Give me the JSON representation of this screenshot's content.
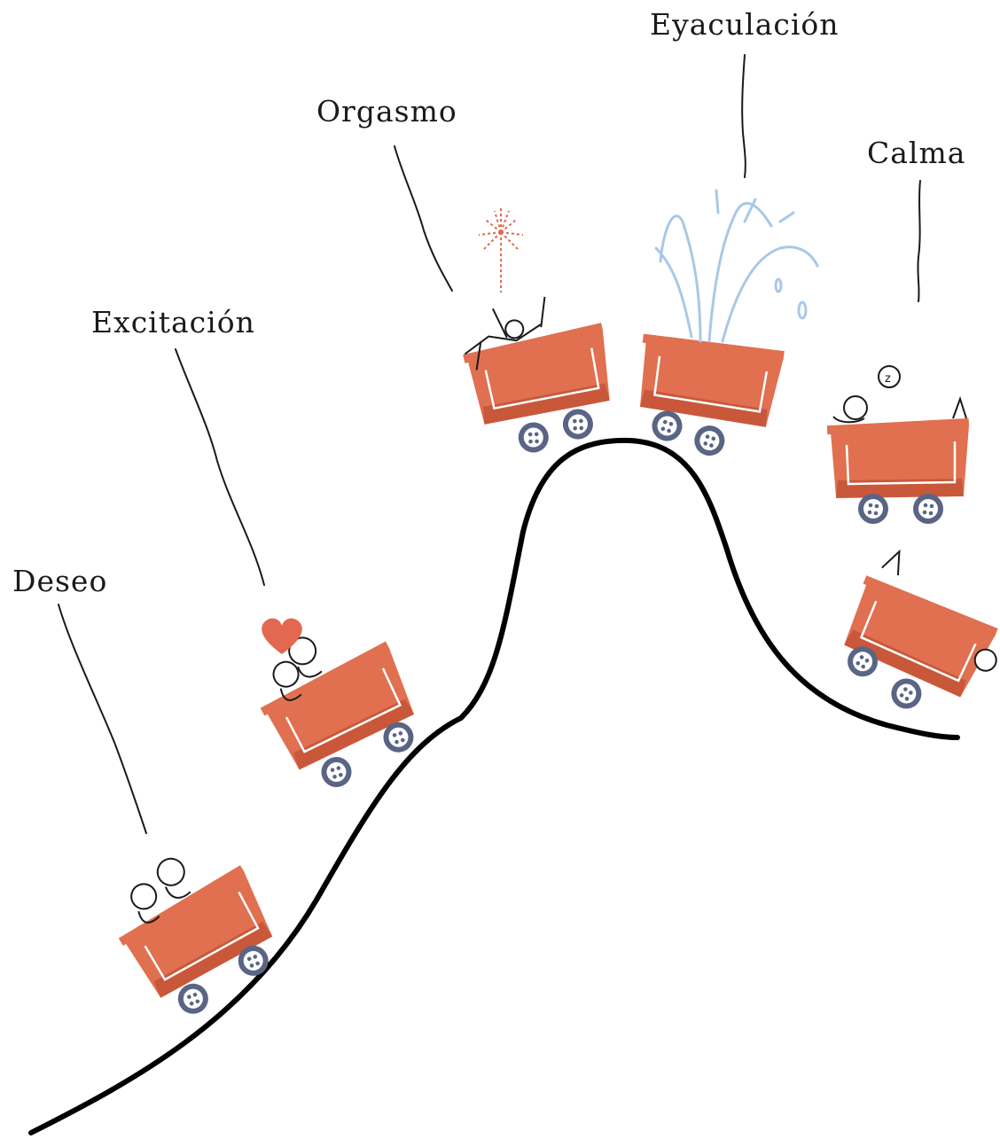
{
  "stages": [
    {
      "id": "deseo",
      "label": "Deseo"
    },
    {
      "id": "excitacion",
      "label": "Excitación"
    },
    {
      "id": "orgasmo",
      "label": "Orgasmo"
    },
    {
      "id": "eyaculacion",
      "label": "Eyaculación"
    },
    {
      "id": "calma",
      "label": "Calma"
    }
  ],
  "colors": {
    "cart": "#e07050",
    "cart_dark": "#c9583b",
    "wheel": "#5a6585",
    "heart": "#e2684f",
    "fireworks": "#e2684f",
    "fountain": "#a9c8e8",
    "track": "#000000"
  }
}
